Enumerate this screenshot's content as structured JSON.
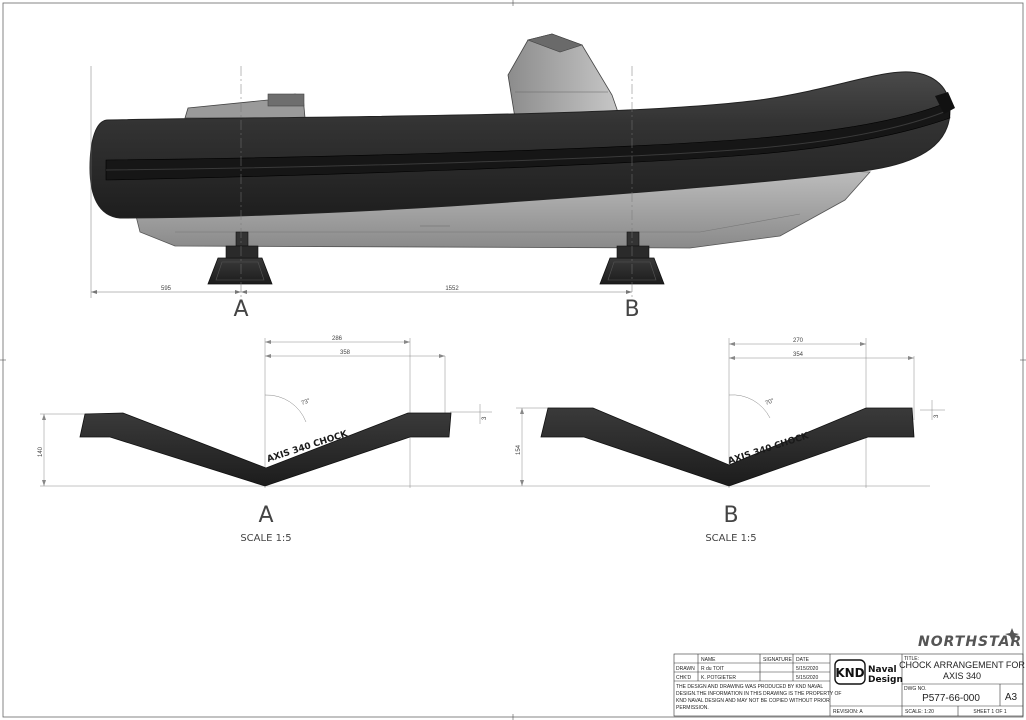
{
  "drawing": {
    "dimensions": {
      "overall_offset": "595",
      "chock_spacing": "1552",
      "a_width_inner": "286",
      "a_width_outer": "358",
      "a_height": "140",
      "a_angle": "73°",
      "a_end": "3",
      "b_width_inner": "270",
      "b_width_outer": "354",
      "b_height": "154",
      "b_angle": "70°",
      "b_end": "3"
    },
    "section_labels": {
      "top_a": "A",
      "top_b": "B",
      "view_a": "A",
      "view_b": "B"
    },
    "scale_a": "SCALE 1:5",
    "scale_b": "SCALE 1:5",
    "chock_text": "AXIS 340 CHOCK"
  },
  "brand": {
    "logo_text": "NORTHSTAR",
    "company_short": "KND",
    "company_line1": "Naval",
    "company_line2": "Design"
  },
  "title_block": {
    "header_name": "NAME",
    "header_signature": "SIGNATURE",
    "header_date": "DATE",
    "row1_role": "DRAWN",
    "row1_name": "R du TOIT",
    "row1_date": "5/15/2020",
    "row2_role": "CHK'D",
    "row2_name": "K. POTGIETER",
    "row2_date": "5/15/2020",
    "notice_line1": "THE DESIGN AND DRAWING WAS PRODUCED BY KND NAVAL",
    "notice_line2": "DESIGN.THE INFORMATION IN THIS DRAWING IS THE PROPERTY OF",
    "notice_line3": "KND NAVAL DESIGN AND MAY NOT BE COPIED WITHOUT PRIOR",
    "notice_line4": "PERMISSION.",
    "title_label": "TITLE:",
    "title_line1": "CHOCK ARRANGEMENT FOR",
    "title_line2": "AXIS 340",
    "dwg_label": "DWG NO.",
    "dwg_no": "P577-66-000",
    "size": "A3",
    "revision": "REVISION: A",
    "scale": "SCALE: 1:20",
    "sheet": "SHEET 1 OF 1"
  }
}
